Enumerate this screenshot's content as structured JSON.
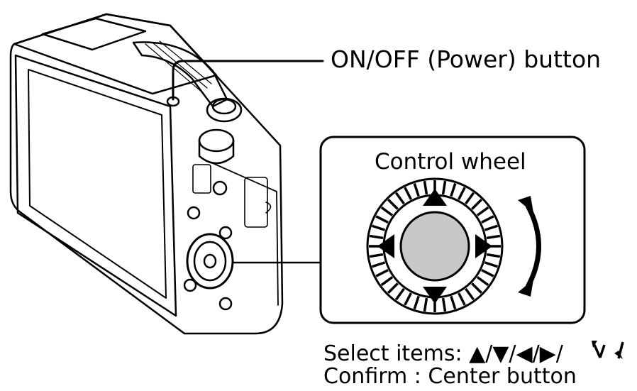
{
  "labels": {
    "power_button": "ON/OFF (Power) button",
    "control_wheel_title": "Control wheel",
    "select_items": "Select items: ▲/▼/◀/▶/",
    "confirm": "Confirm : Center button"
  },
  "icons": {
    "rotate_symbol": "wheel-rotate-icon"
  }
}
